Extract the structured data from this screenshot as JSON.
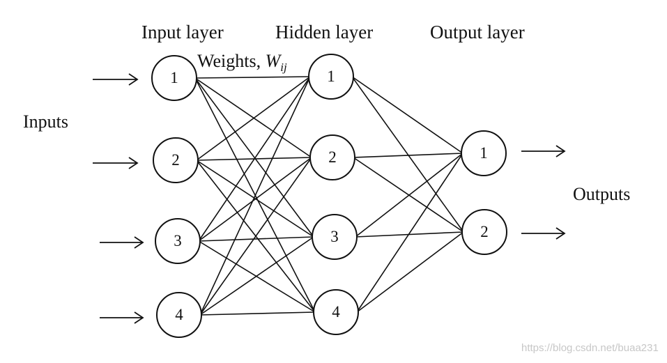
{
  "titles": {
    "input_layer": "Input layer",
    "hidden_layer": "Hidden layer",
    "output_layer": "Output layer"
  },
  "weights_label": {
    "prefix": "Weights, ",
    "var": "W",
    "sub": "ij"
  },
  "side_labels": {
    "inputs": "Inputs",
    "outputs": "Outputs"
  },
  "layers": {
    "input": [
      "1",
      "2",
      "3",
      "4"
    ],
    "hidden": [
      "1",
      "2",
      "3",
      "4"
    ],
    "output": [
      "1",
      "2"
    ]
  },
  "watermark": "https://blog.csdn.net/buaa231",
  "colors": {
    "stroke": "#111111",
    "background": "#ffffff",
    "watermark": "#c7c7c7"
  }
}
